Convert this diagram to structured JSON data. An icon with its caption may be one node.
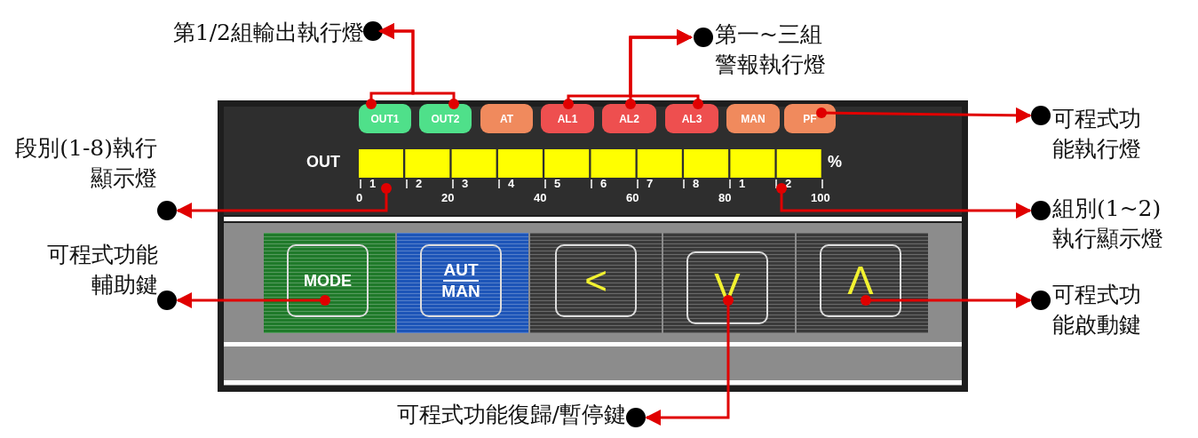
{
  "diagram": {
    "nodes": [
      {
        "text": [
          "第1/2組輸出執行燈"
        ]
      },
      {
        "text": [
          "OUT1"
        ]
      },
      {
        "text": [
          "OUT2"
        ]
      },
      {
        "text": [
          "AT"
        ]
      },
      {
        "text": [
          "AL1"
        ]
      },
      {
        "text": [
          "AL2"
        ]
      },
      {
        "text": [
          "AL3"
        ]
      },
      {
        "text": [
          "MAN"
        ]
      },
      {
        "text": [
          "PF"
        ]
      },
      {
        "text": [
          "第一~三組警報執行燈"
        ]
      },
      {
        "text": [
          "可程式功能執行燈"
        ]
      },
      {
        "text": [
          "段別(1-8)執行顯示燈"
        ]
      },
      {
        "text": [
          "組別(1~2)執行顯示燈"
        ]
      },
      {
        "text": [
          "可程式功能輔助鍵"
        ]
      },
      {
        "text": [
          "MODE"
        ]
      },
      {
        "text": [
          "AUT",
          "MAN"
        ]
      },
      {
        "text": [
          "<"
        ]
      },
      {
        "text": [
          "V"
        ]
      },
      {
        "text": [
          "Λ"
        ]
      },
      {
        "text": [
          "可程式功能啟動鍵"
        ]
      },
      {
        "text": [
          "可程式功能復歸/暫停鍵"
        ]
      },
      {
        "text": [],
        "shape": "bar"
      }
    ],
    "edges": [
      {
        "from": 1,
        "to": 0,
        "arrow": "to"
      },
      {
        "from": 2,
        "to": 0,
        "arrow": "to"
      },
      {
        "from": 4,
        "to": 9,
        "arrow": "to"
      },
      {
        "from": 5,
        "to": 9,
        "arrow": "to"
      },
      {
        "from": 6,
        "to": 9,
        "arrow": "to"
      },
      {
        "from": 8,
        "to": 10,
        "arrow": "to"
      },
      {
        "from": 21,
        "to": 11,
        "arrow": "to"
      },
      {
        "from": 21,
        "to": 12,
        "arrow": "to"
      },
      {
        "from": 14,
        "to": 13,
        "arrow": "to"
      },
      {
        "from": 18,
        "to": 19,
        "arrow": "to"
      },
      {
        "from": 17,
        "to": 20,
        "arrow": "to"
      }
    ],
    "labels": [
      "OUT",
      "%",
      "1",
      "2",
      "3",
      "4",
      "5",
      "6",
      "7",
      "8",
      "1",
      "2",
      "0",
      "20",
      "40",
      "60",
      "80",
      "100"
    ]
  }
}
